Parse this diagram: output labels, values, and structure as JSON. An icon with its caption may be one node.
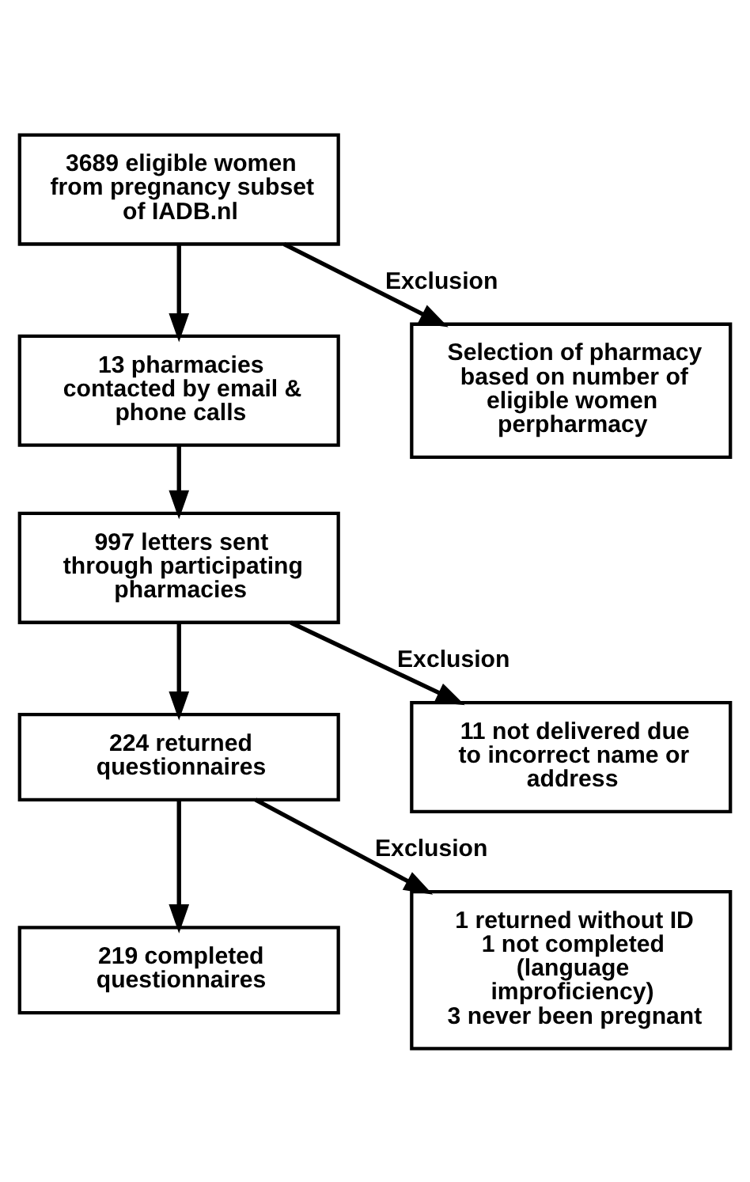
{
  "diagram": {
    "nodes": [
      {
        "text": [
          "3689 eligible women from pregnancy subset of IADB.nl"
        ]
      },
      {
        "text": [
          "Selection of pharmacy based on number of eligible women perpharmacy"
        ]
      },
      {
        "text": [
          "13 pharmacies contacted by email & phone calls"
        ]
      },
      {
        "text": [
          "997 letters sent through participating pharmacies"
        ]
      },
      {
        "text": [
          "11 not delivered due to incorrect name or address"
        ]
      },
      {
        "text": [
          "224 returned questionnaires"
        ]
      },
      {
        "text": [
          "1 returned without ID",
          "1 not completed (language improficiency)",
          "3 never been pregnant"
        ]
      },
      {
        "text": [
          "219 completed questionnaires"
        ]
      }
    ],
    "edges": [
      {
        "from": 0,
        "to": 2,
        "arrow": "to"
      },
      {
        "from": 0,
        "to": 1,
        "arrow": "to",
        "label": "Exclusion"
      },
      {
        "from": 2,
        "to": 3,
        "arrow": "to"
      },
      {
        "from": 3,
        "to": 5,
        "arrow": "to"
      },
      {
        "from": 3,
        "to": 4,
        "arrow": "to",
        "label": "Exclusion"
      },
      {
        "from": 5,
        "to": 7,
        "arrow": "to"
      },
      {
        "from": 5,
        "to": 6,
        "arrow": "to",
        "label": "Exclusion"
      }
    ]
  }
}
